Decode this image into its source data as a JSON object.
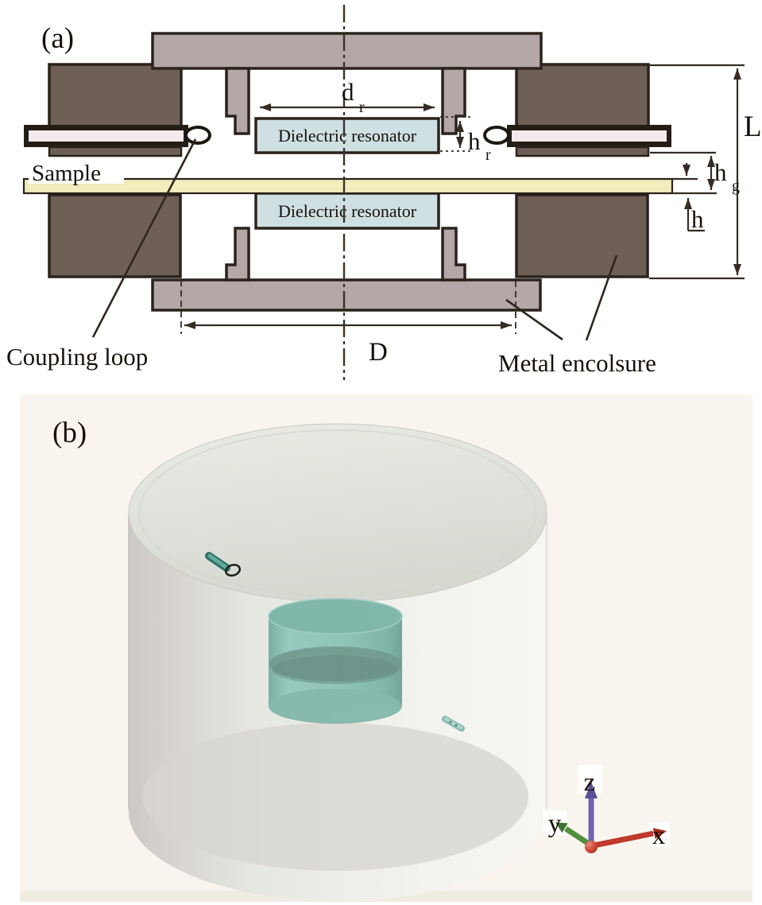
{
  "figure": {
    "panel_a": {
      "tag": "(a)",
      "sample_label": "Sample",
      "coupling_loop_label": "Coupling loop",
      "metal_enclosure_label": "Metal encolsure",
      "resonator_top_label": "Dielectric resonator",
      "resonator_bottom_label": "Dielectric resonator",
      "dim_dr": {
        "main": "d",
        "sub": "r"
      },
      "dim_hr": {
        "main": "h",
        "sub": "r"
      },
      "dim_hg": {
        "main": "h",
        "sub": "g"
      },
      "dim_h": "h",
      "dim_L": "L",
      "dim_D": "D",
      "colors": {
        "plate_gray": "#b3a7a7",
        "enclosure_brown": "#6e6056",
        "resonator_blue": "#cfe0e3",
        "sample_yellow": "#f1edbd",
        "outline_dark": "#2a221b"
      }
    },
    "panel_b": {
      "tag": "(b)",
      "axis_labels": {
        "x": "x",
        "y": "y",
        "z": "z"
      },
      "colors": {
        "cavity_wall": "#e9ebe5",
        "resonator_teal": "#8cc2b6",
        "axis_x_red": "#c0392b",
        "axis_y_green": "#4f8f3d",
        "axis_z_purple": "#7163ae"
      }
    }
  }
}
